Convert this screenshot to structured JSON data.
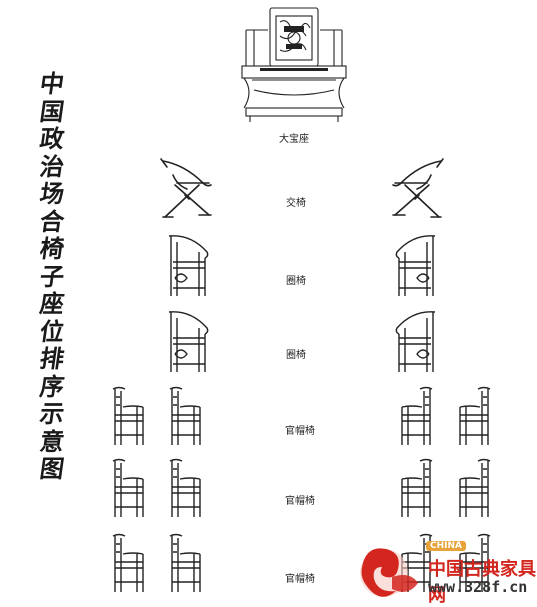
{
  "title_chars": [
    "中",
    "国",
    "政",
    "治",
    "场",
    "合",
    "椅",
    "子",
    "座",
    "位",
    "排",
    "序",
    "示",
    "意",
    "图"
  ],
  "labels": {
    "throne": "大宝座",
    "folding": "交椅",
    "round_1": "圈椅",
    "round_2": "圈椅",
    "official_1": "官帽椅",
    "official_2": "官帽椅",
    "official_3": "官帽椅"
  },
  "watermark": {
    "badge": "CHINA",
    "name": "中国古典家具网",
    "url": "www.328f.cn"
  }
}
